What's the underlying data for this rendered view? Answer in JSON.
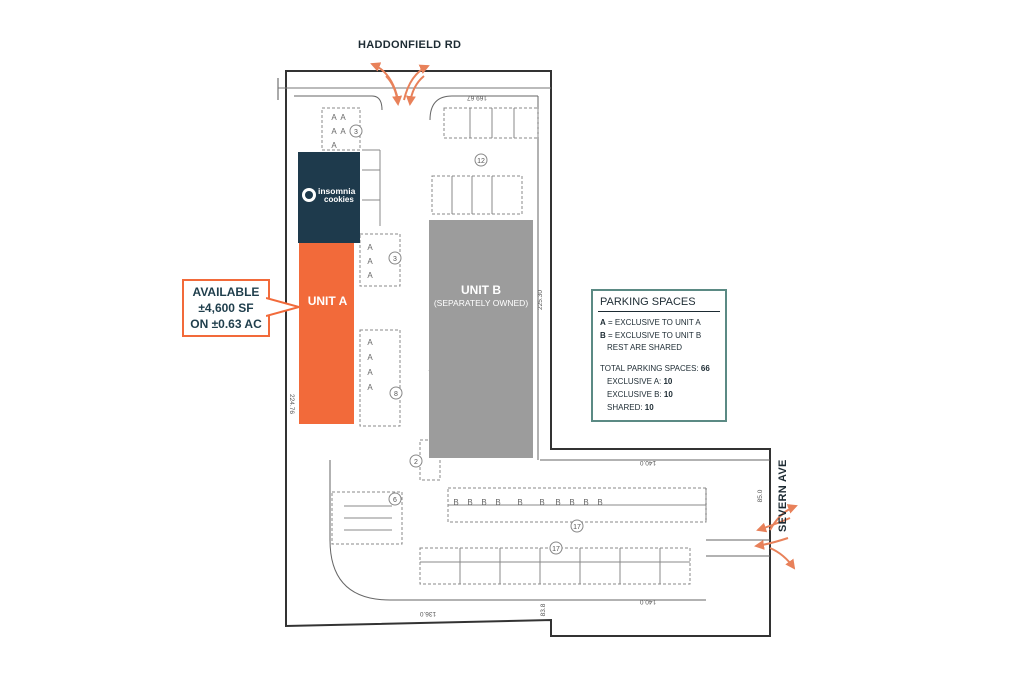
{
  "roads": {
    "top": "HADDONFIELD RD",
    "side": "SEVERN AVE"
  },
  "tenant": {
    "logo_line1": "insomnia",
    "logo_line2": "cookies"
  },
  "unit_a": {
    "label": "UNIT A"
  },
  "availability": {
    "line1": "AVAILABLE",
    "line2": "±4,600 SF",
    "line3": "ON ±0.63 AC"
  },
  "unit_b": {
    "label": "UNIT B",
    "sub": "(SEPARATELY OWNED)"
  },
  "legend": {
    "title": "PARKING SPACES",
    "a_key": "A",
    "a_text": " = EXCLUSIVE TO UNIT A",
    "b_key": "B",
    "b_text": " = EXCLUSIVE TO UNIT B",
    "rest": "REST ARE SHARED",
    "total_label": "TOTAL PARKING SPACES: ",
    "total_value": "66",
    "excl_a_label": "EXCLUSIVE A: ",
    "excl_a_value": "10",
    "excl_b_label": "EXCLUSIVE B: ",
    "excl_b_value": "10",
    "shared_label": "SHARED: ",
    "shared_value": "10"
  },
  "space_counts": [
    "3",
    "12",
    "3",
    "8",
    "2",
    "6",
    "17",
    "17"
  ],
  "space_letters": {
    "a": "A",
    "b": "B"
  },
  "dimensions": [
    "169.67",
    "224.76",
    "225.30",
    "140.0",
    "85.0",
    "140.0",
    "83.8",
    "136.0"
  ],
  "colors": {
    "unit_a": "#f26a3a",
    "tenant": "#1e3a4c",
    "unit_b": "#9c9c9c",
    "legend_border": "#5b8a84",
    "arrows": "#e8815a"
  }
}
